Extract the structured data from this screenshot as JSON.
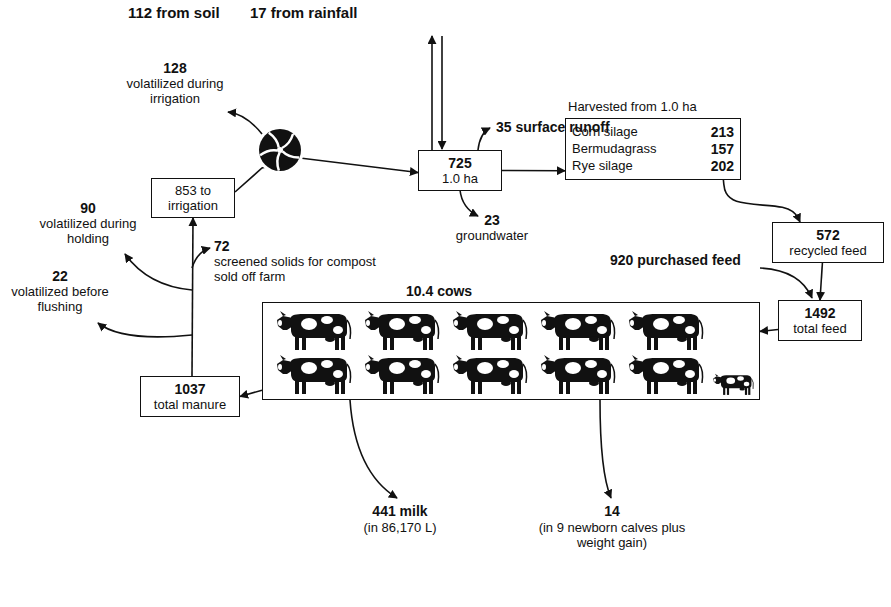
{
  "diagram": {
    "nodes": [
      {
        "text": [
          "853 to irrigation"
        ]
      },
      {
        "text": [
          "725",
          "1.0 ha"
        ]
      },
      {
        "text": [
          "Harvested from 1.0 ha",
          "Corn silage",
          "213",
          "Bermudagrass",
          "157",
          "Rye silage",
          "202"
        ]
      },
      {
        "text": [
          "572",
          "recycled feed"
        ]
      },
      {
        "text": [
          "1492",
          "total feed"
        ]
      },
      {
        "text": [
          "10.4 cows"
        ]
      },
      {
        "text": [
          "1037",
          "total manure"
        ]
      }
    ],
    "edges": [
      {
        "from": 0,
        "to": 1,
        "arrow": "to"
      },
      {
        "from": 1,
        "to": 2,
        "arrow": "to"
      },
      {
        "from": 2,
        "to": 3,
        "arrow": "to"
      },
      {
        "from": 3,
        "to": 4,
        "arrow": "to"
      },
      {
        "from": 4,
        "to": 5,
        "arrow": "to"
      },
      {
        "from": 5,
        "to": 6,
        "arrow": "to"
      },
      {
        "from": 6,
        "to": 0,
        "arrow": "to"
      }
    ],
    "labels": [
      "112 from soil",
      "17 from rainfall",
      "128",
      "volatilized during irrigation",
      "35 surface runoff",
      "90",
      "volatilized during holding",
      "22",
      "volatilized before flushing",
      "72",
      "screened solids for compost sold off farm",
      "23",
      "groundwater",
      "920 purchased feed",
      "441 milk",
      "(in 86,170 L)",
      "14",
      "(in 9 newborn calves plus weight gain)"
    ]
  }
}
